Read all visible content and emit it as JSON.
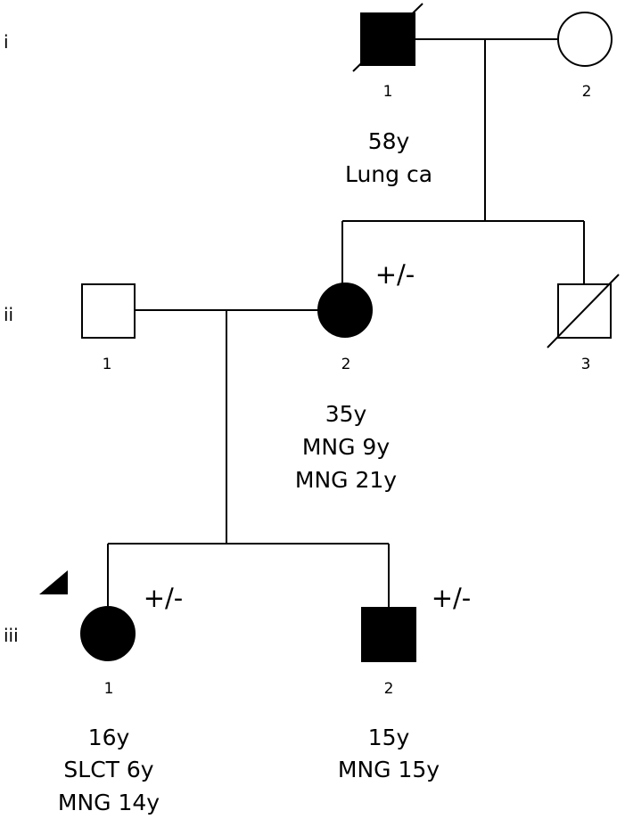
{
  "generations": [
    "i",
    "ii",
    "iii"
  ],
  "individuals": {
    "i1": {
      "number": "1",
      "sex": "male",
      "affected": true,
      "deceased": true,
      "carrier": "",
      "notes": [
        "58y",
        "Lung ca"
      ]
    },
    "i2": {
      "number": "2",
      "sex": "female",
      "affected": false,
      "deceased": false,
      "carrier": "",
      "notes": []
    },
    "ii1": {
      "number": "1",
      "sex": "male",
      "affected": false,
      "deceased": false,
      "carrier": "",
      "notes": []
    },
    "ii2": {
      "number": "2",
      "sex": "female",
      "affected": true,
      "deceased": false,
      "carrier": "+/-",
      "notes": [
        "35y",
        "MNG 9y",
        "MNG 21y"
      ]
    },
    "ii3": {
      "number": "3",
      "sex": "male",
      "affected": false,
      "deceased": true,
      "carrier": "",
      "notes": []
    },
    "iii1": {
      "number": "1",
      "sex": "female",
      "affected": true,
      "deceased": false,
      "proband": true,
      "carrier": "+/-",
      "notes": [
        "16y",
        "SLCT 6y",
        "MNG 14y"
      ]
    },
    "iii2": {
      "number": "2",
      "sex": "male",
      "affected": true,
      "deceased": false,
      "carrier": "+/-",
      "notes": [
        "15y",
        "MNG 15y"
      ]
    }
  },
  "colors": {
    "ink": "#000000",
    "background": "#ffffff"
  }
}
